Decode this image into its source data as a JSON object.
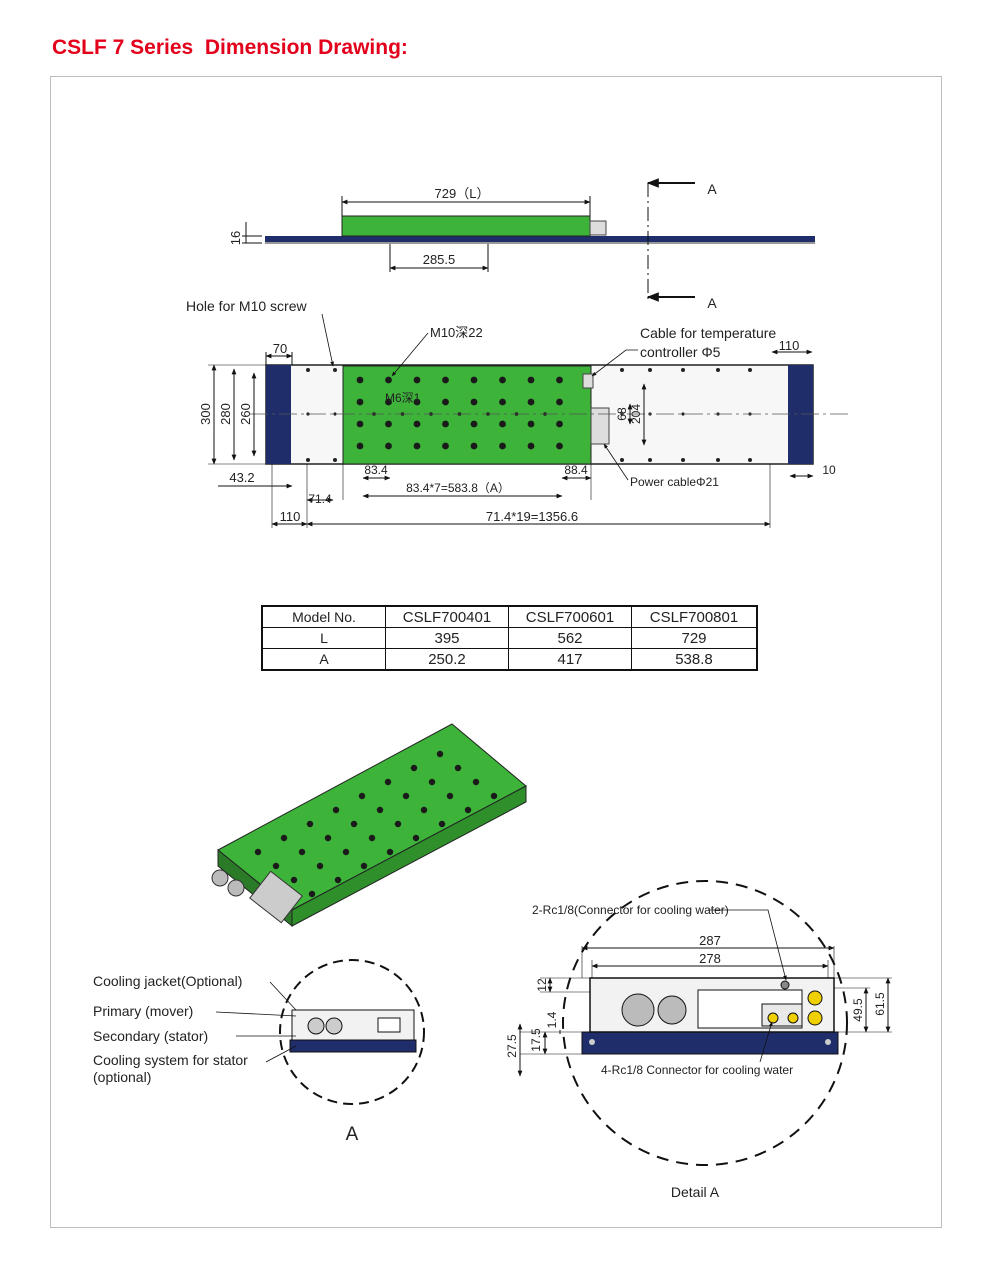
{
  "title": "CSLF 7 Series  Dimension Drawing:",
  "colors": {
    "title": "#e3001b",
    "mover": "#3db33a",
    "stator": "#1f2d6b",
    "frame": "#bdbdbd"
  },
  "top_view": {
    "dim_length": "729（L）",
    "dim_thickness": "16",
    "dim_offset": "285.5",
    "section_mark": "A"
  },
  "plan_view": {
    "hole_label": "Hole for M10 screw",
    "m10_label": "M10深22",
    "m6_label": "M6深1",
    "temp_cable_label_1": "Cable for temperature",
    "temp_cable_label_2": "controller Φ5",
    "power_cable_label": "Power cableΦ21",
    "dims": {
      "d70": "70",
      "d110_top": "110",
      "d300": "300",
      "d280": "280",
      "d260": "260",
      "d68": "68",
      "d204": "204",
      "d43_2": "43.2",
      "d83_4": "83.4",
      "d88_4": "88.4",
      "d10": "10",
      "d71_4": "71.4",
      "d_pitch_a": "83.4*7=583.8（A）",
      "d110_bottom": "110",
      "d_pitch_total": "71.4*19=1356.6"
    }
  },
  "table": {
    "headers": [
      "Model No.",
      "CSLF700401",
      "CSLF700601",
      "CSLF700801"
    ],
    "rows": [
      [
        "L",
        "395",
        "562",
        "729"
      ],
      [
        "A",
        "250.2",
        "417",
        "538.8"
      ]
    ]
  },
  "section_a": {
    "labels": [
      "Cooling jacket(Optional)",
      "Primary (mover)",
      "Secondary (stator)",
      "Cooling system for stator",
      "(optional)"
    ],
    "caption": "A"
  },
  "detail_a": {
    "top_label": "2-Rc1/8(Connector for cooling water)",
    "bottom_label": "4-Rc1/8 Connector for cooling water",
    "dims": {
      "d287": "287",
      "d278": "278",
      "d12": "12",
      "d1_4": "1.4",
      "d17_5": "17.5",
      "d27_5": "27.5",
      "d49_5": "49.5",
      "d61_5": "61.5"
    },
    "caption": "Detail A"
  }
}
